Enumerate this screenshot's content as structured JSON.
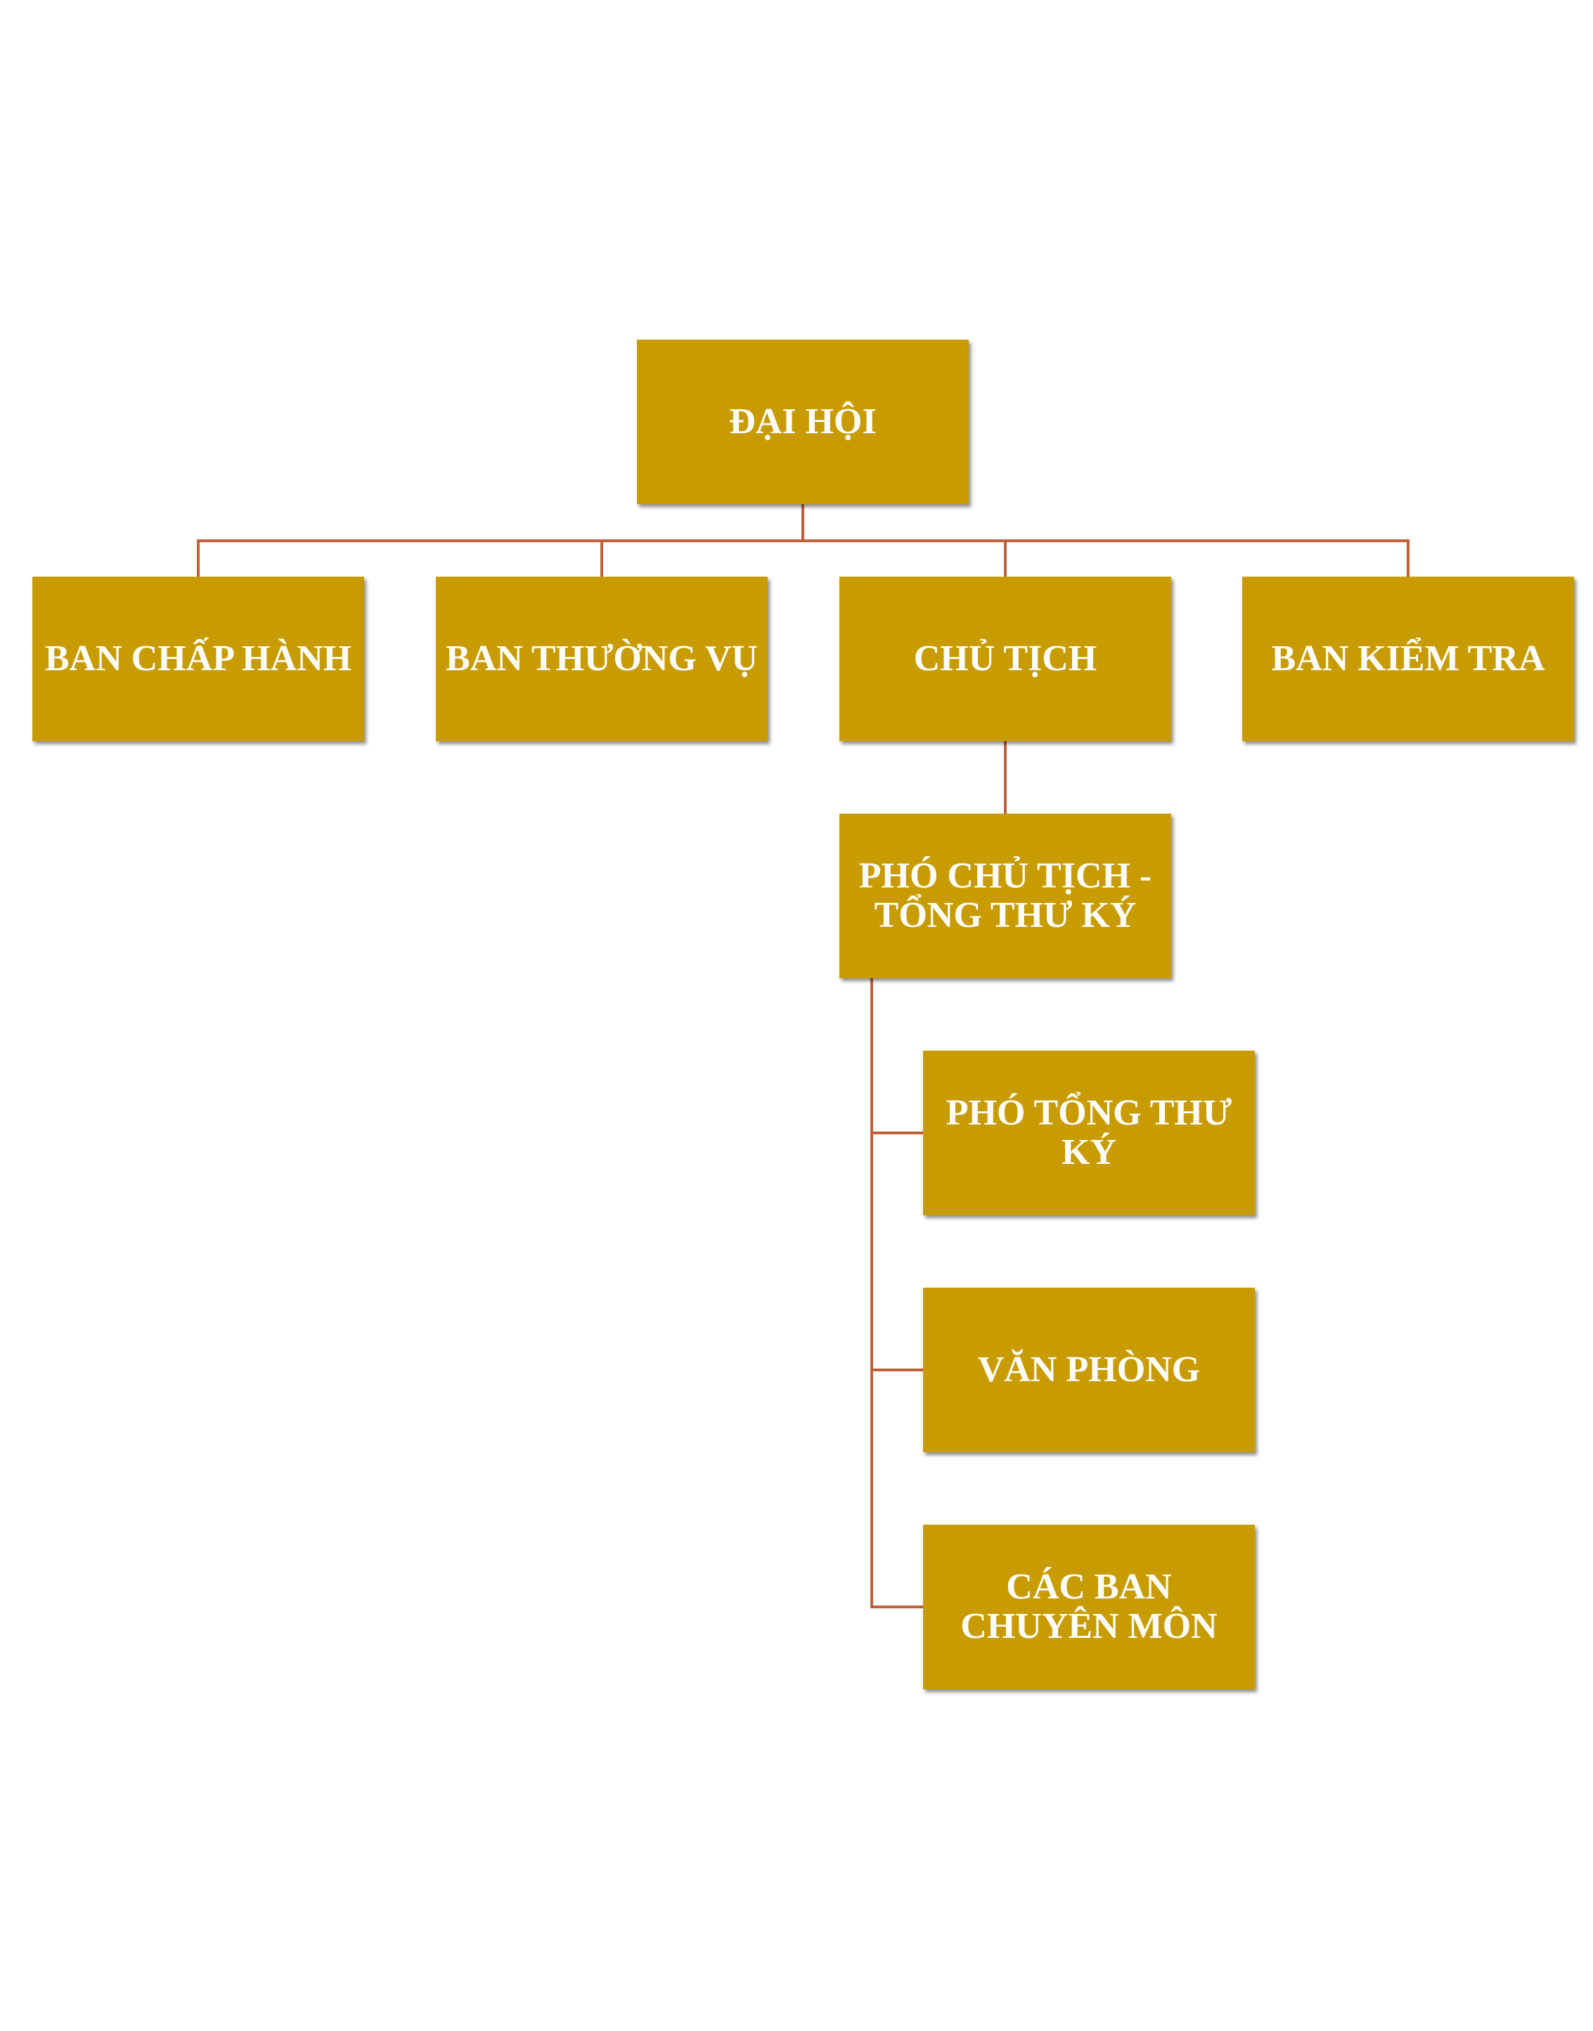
{
  "diagram": {
    "colors": {
      "node_fill": "#c89c00",
      "node_text": "#ffffff",
      "connector": "#c0603a"
    },
    "nodes": {
      "dai_hoi": "ĐẠI HỘI",
      "ban_chap_hanh": "BAN CHẤP HÀNH",
      "ban_thuong_vu": "BAN THƯỜNG VỤ",
      "chu_tich": "CHỦ TỊCH",
      "ban_kiem_tra": "BAN KIỂM TRA",
      "pho_chu_tich_tong_thu_ky": "PHÓ CHỦ TỊCH - TỔNG THƯ KÝ",
      "pho_tong_thu_ky": "PHÓ TỔNG THƯ KÝ",
      "van_phong": "VĂN PHÒNG",
      "cac_ban_chuyen_mon": "CÁC BAN CHUYÊN MÔN"
    },
    "edges": [
      [
        "dai_hoi",
        "ban_chap_hanh"
      ],
      [
        "dai_hoi",
        "ban_thuong_vu"
      ],
      [
        "dai_hoi",
        "chu_tich"
      ],
      [
        "dai_hoi",
        "ban_kiem_tra"
      ],
      [
        "chu_tich",
        "pho_chu_tich_tong_thu_ky"
      ],
      [
        "pho_chu_tich_tong_thu_ky",
        "pho_tong_thu_ky"
      ],
      [
        "pho_chu_tich_tong_thu_ky",
        "van_phong"
      ],
      [
        "pho_chu_tich_tong_thu_ky",
        "cac_ban_chuyen_mon"
      ]
    ]
  }
}
